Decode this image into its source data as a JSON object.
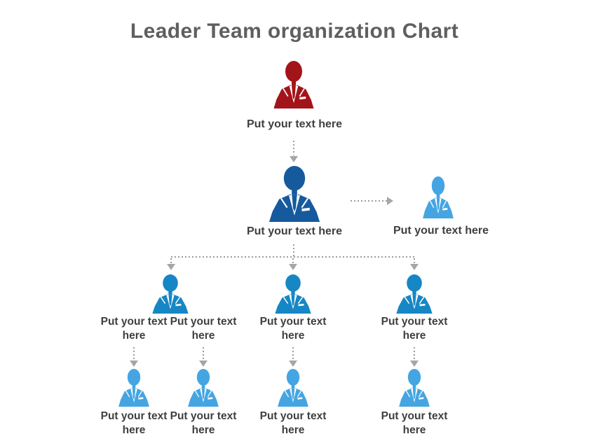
{
  "title": "Leader Team organization Chart",
  "colors": {
    "ceo_icon": "#A3141A",
    "director_icon": "#165A9E",
    "assistant_icon": "#45A5E2",
    "manager_icon": "#1687C4",
    "report_icon": "#45A5E2",
    "title_text": "#5F5F5F",
    "label_text": "#3F3F3F",
    "connector": "#9C9C9C"
  },
  "ceo": {
    "label": "Put your text here"
  },
  "director": {
    "label": "Put your text here"
  },
  "assistant": {
    "label": "Put your text here"
  },
  "managers": [
    {
      "label": "Put your text here"
    },
    {
      "label": "Put your text here"
    },
    {
      "label": "Put your text here"
    },
    {
      "label": "Put your text here"
    }
  ],
  "reports": [
    {
      "label": "Put your text here"
    },
    {
      "label": "Put your text here"
    },
    {
      "label": "Put your text here"
    },
    {
      "label": "Put your text here"
    }
  ]
}
